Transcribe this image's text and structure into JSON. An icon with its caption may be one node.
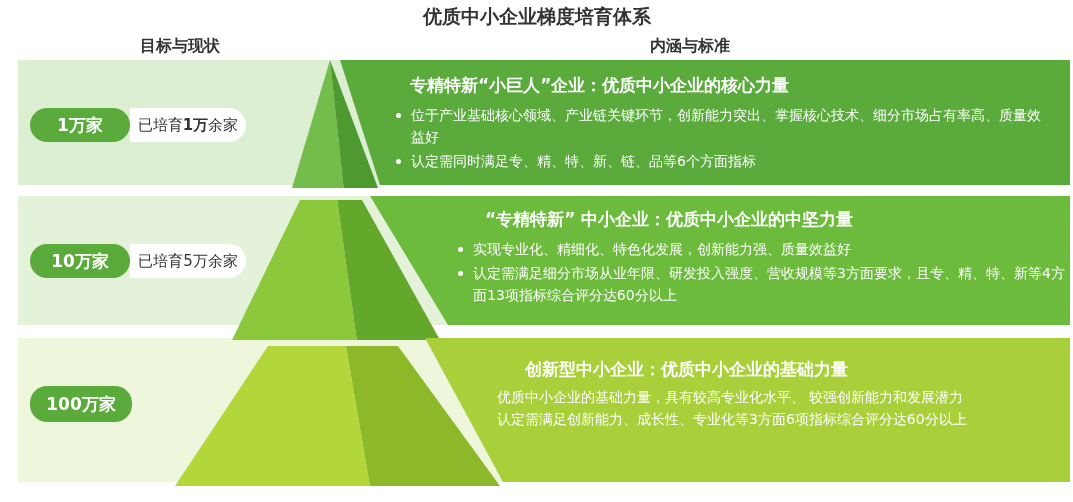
{
  "diagram": {
    "title": "优质中小企业梯度培育体系",
    "nodes": [
      {
        "text": [
          "1万家"
        ]
      },
      {
        "text": [
          "已培育**1万**余家"
        ]
      },
      {
        "text": [
          "专精特新“小巨人”企业：优质中小企业的核心力量",
          "位于产业基础核心领域、产业链关键环节，创新能力突出、掌握核心技术、细分市场占有率高、质量效益好",
          "认定需同时满足专、精、特、新、链、品等6个方面指标"
        ]
      },
      {
        "text": [
          "10万家"
        ]
      },
      {
        "text": [
          "已培育5万余家"
        ]
      },
      {
        "text": [
          "“专精特新” 中小企业：优质中小企业的中坚力量",
          "实现专业化、精细化、特色化发展，创新能力强、质量效益好",
          "认定需满足细分市场从业年限、研发投入强度、营收规模等3方面要求，且专、精、特、新等4方面13项指标综合评分达60分以上"
        ]
      },
      {
        "text": [
          "100万家"
        ]
      },
      {
        "text": [
          "创新型中小企业：优质中小企业的基础力量",
          "优质中小企业的基础力量，具有较高专业化水平、 较强创新能力和发展潜力",
          "认定需满足创新能力、成长性、专业化等3方面6项指标综合评分达60分以上"
        ]
      }
    ],
    "labels": [
      "目标与现状",
      "内涵与标准"
    ]
  }
}
